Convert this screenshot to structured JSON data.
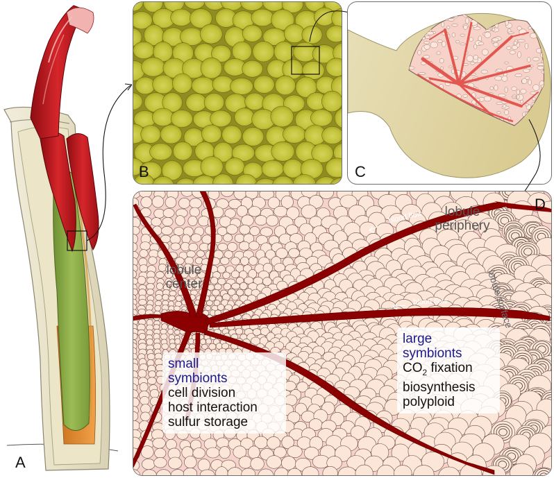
{
  "panels": {
    "a": "A",
    "b": "B",
    "c": "C",
    "d": "D"
  },
  "labels": {
    "lobule_center_line1": "lobule",
    "lobule_center_line2": "center",
    "lobule_periphery_line1": "lobule",
    "lobule_periphery_line2": "periphery",
    "lobule_surface": "lobule surface",
    "blood_flow_1": "blood flow",
    "blood_flow_2": "blood flow"
  },
  "small_symbionts": {
    "title_line1": "small",
    "title_line2": "symbionts",
    "items": [
      "cell division",
      "host interaction",
      "sulfur storage"
    ]
  },
  "large_symbionts": {
    "title_line1": "large",
    "title_line2": "symbionts",
    "co2_prefix": "CO",
    "co2_sub": "2",
    "co2_suffix": " fixation",
    "items": [
      "biosynthesis",
      "polyploid"
    ]
  },
  "colors": {
    "blood": "#8b0000",
    "tissue": "#f6d2cc",
    "cell": "#fbe2d2",
    "olive": "#b6b52a",
    "trunk_green": "#8eb048",
    "plume_red": "#c0141b"
  }
}
